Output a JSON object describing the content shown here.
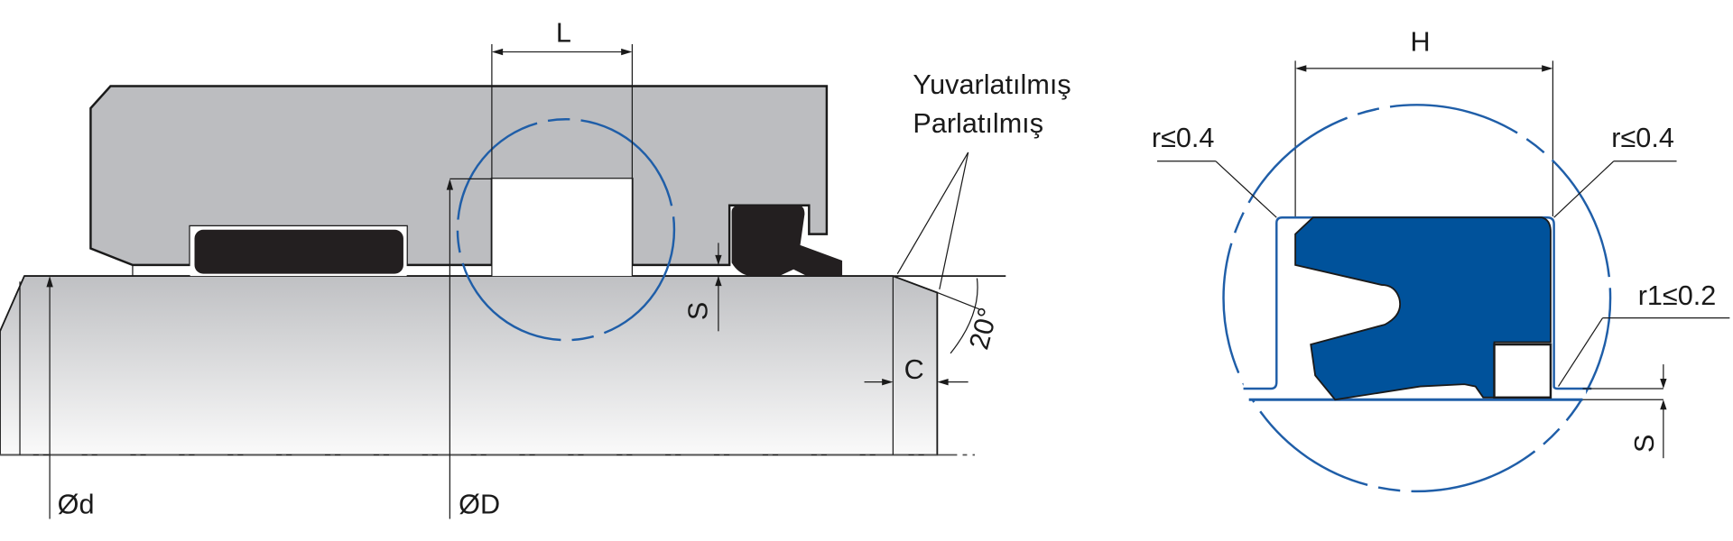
{
  "labels": {
    "L": "L",
    "S_left": "S",
    "C": "C",
    "angle": "20°",
    "d": "Ød",
    "D": "ØD",
    "surface_1": "Yuvarlatılmış",
    "surface_2": "Parlatılmış",
    "H": "H",
    "r_left": "r≤0.4",
    "r_right": "r≤0.4",
    "r1": "r1≤0.2",
    "S_right": "S"
  },
  "colors": {
    "seal_blue": "#00529b",
    "detail_circle": "#1f5ea8",
    "housing": "#bcbdc0",
    "seal_black": "#231f20"
  }
}
